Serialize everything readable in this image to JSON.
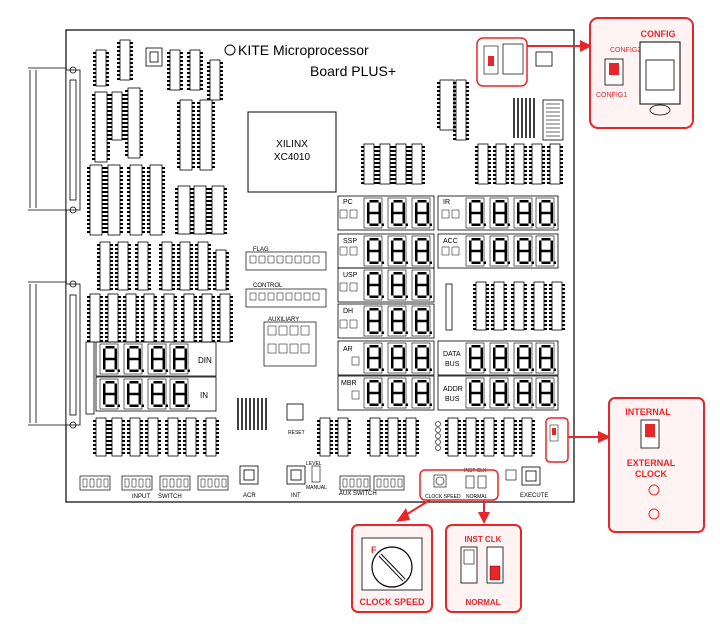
{
  "board": {
    "title_line1": "KITE Microprocessor",
    "title_line2": "Board PLUS+",
    "fpga_line1": "XILINX",
    "fpga_line2": "XC4010"
  },
  "registers": {
    "pc": "PC",
    "ssp": "SSP",
    "usp": "USP",
    "dh": "DH",
    "ar": "AR",
    "mbr": "MBR",
    "ir": "IR",
    "acc": "ACC",
    "data_bus_1": "DATA",
    "data_bus_2": "BUS",
    "addr_bus_1": "ADDR",
    "addr_bus_2": "BUS",
    "din": "DIN",
    "in": "IN"
  },
  "led_groups": {
    "flag": "FLAG",
    "control": "CONTROL",
    "auxiliary": "AUXILIARY"
  },
  "switch_labels": {
    "input_switch_1": "INPUT",
    "input_switch_2": "SWITCH",
    "acr": "ACR",
    "int": "INT",
    "aux_switch": "AUX SWITCH",
    "clock_speed": "CLOCK SPEED",
    "inst_clk_small": "INST CLK",
    "normal_small": "NORMAL",
    "execute": "EXECUTE",
    "reset": "RESET",
    "level": "LEVEL",
    "manual": "MANUAL"
  },
  "callouts": {
    "config_title": "CONFIG",
    "config_sw_top": "CONFIG2",
    "config_sw_bottom": "CONFIG1",
    "internal": "INTERNAL",
    "external": "EXTERNAL",
    "clock": "CLOCK",
    "clock_speed": "CLOCK SPEED",
    "clock_speed_f": "F",
    "inst_clk": "INST CLK",
    "normal": "NORMAL"
  },
  "colors": {
    "callout_red": "#e8262a",
    "callout_fill": "#fff3f3"
  }
}
